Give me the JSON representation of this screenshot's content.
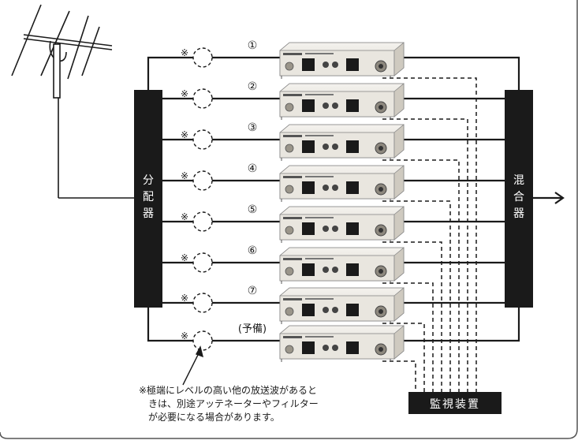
{
  "channels": [
    "①",
    "②",
    "③",
    "④",
    "⑤",
    "⑥",
    "⑦",
    "(予備)"
  ],
  "attenuator_mark": "※",
  "splitter": {
    "chars": [
      "分",
      "配",
      "器"
    ]
  },
  "mixer": {
    "chars": [
      "混",
      "合",
      "器"
    ]
  },
  "monitor": {
    "label": "監視装置"
  },
  "note": {
    "lines": [
      "※極端にレベルの高い他の放送波があると",
      "きは、別途アッテネーターやフィルター",
      "が必要になる場合があります。"
    ]
  },
  "colors": {
    "line": "#1a1a1a",
    "device": "#e6e3dc",
    "block": "#1a1a1a",
    "frame": "#555555"
  }
}
